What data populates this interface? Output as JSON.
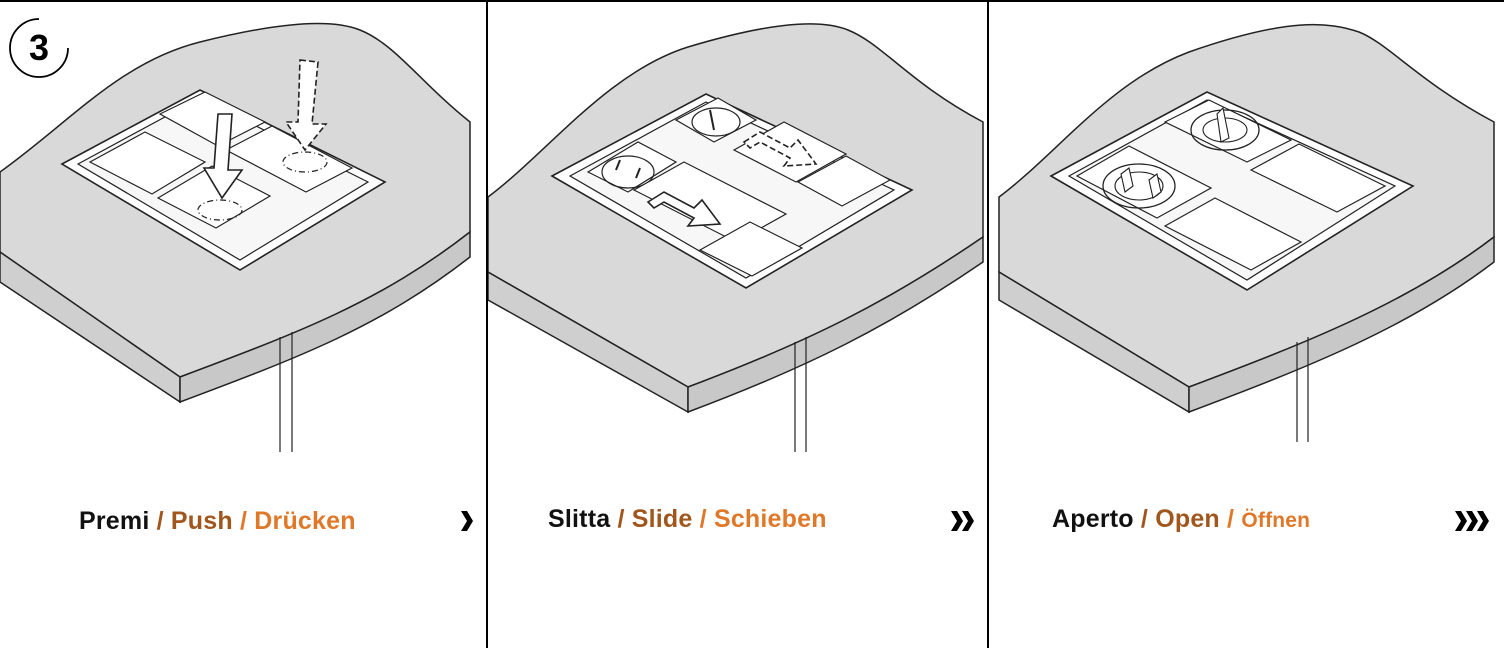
{
  "step": {
    "number": "3"
  },
  "panels": [
    {
      "caption": {
        "it": "Premi",
        "en": "Push",
        "de": "Drücken",
        "sep": " / "
      },
      "chevrons": 1
    },
    {
      "caption": {
        "it": "Slitta",
        "en": "Slide",
        "de": "Schieben",
        "sep": " / "
      },
      "chevrons": 2
    },
    {
      "caption": {
        "it": "Aperto",
        "en": "Open",
        "de": "Öffnen",
        "sep": " / "
      },
      "chevrons": 3
    }
  ],
  "colors": {
    "italian": "#111111",
    "english": "#a0561c",
    "german": "#e0782a",
    "surface": "#d9d9d9",
    "line": "#222222"
  }
}
